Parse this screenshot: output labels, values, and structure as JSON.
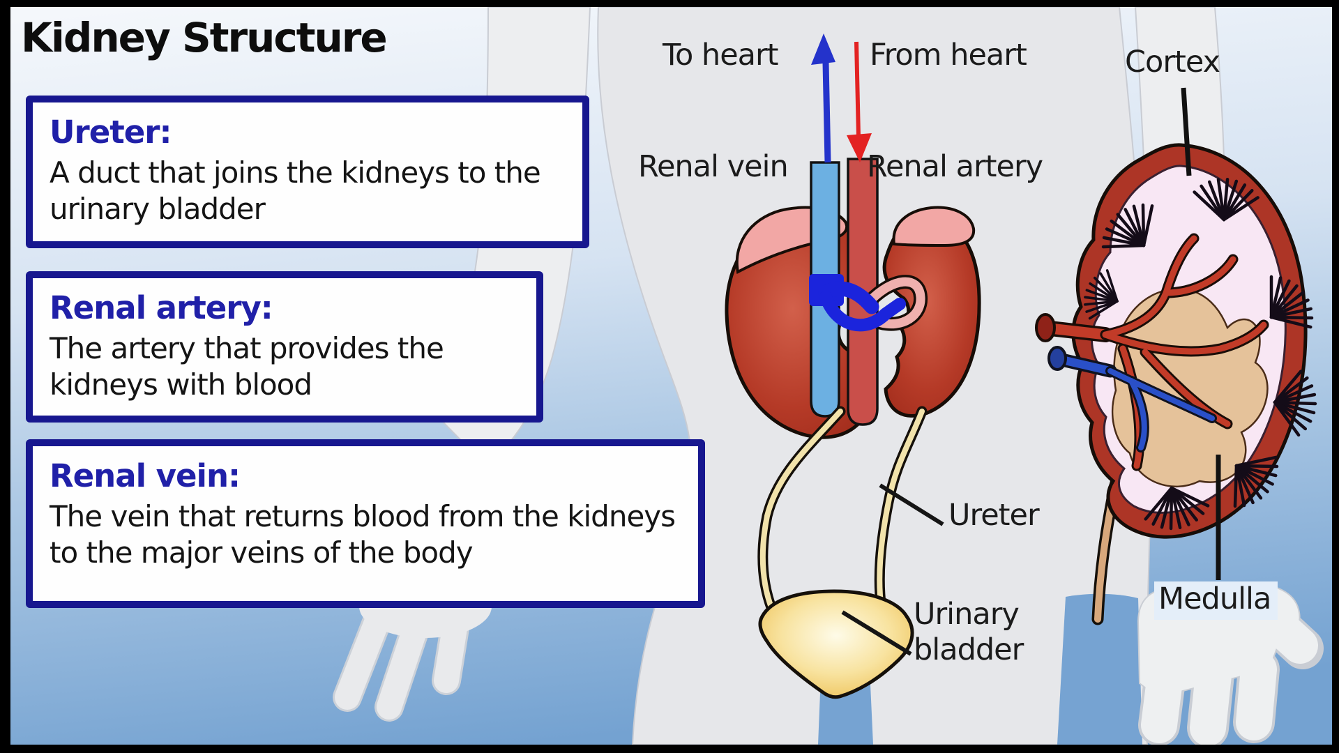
{
  "title": "Kidney Structure",
  "definitions": [
    {
      "term": "Ureter:",
      "description": "A duct that joins the kidneys to the urinary bladder"
    },
    {
      "term": "Renal artery:",
      "description": "The artery that provides the kidneys with blood"
    },
    {
      "term": "Renal vein:",
      "description": "The vein that returns blood from the kidneys to the major veins of the body"
    }
  ],
  "labels": {
    "to_heart": "To heart",
    "from_heart": "From heart",
    "renal_vein": "Renal vein",
    "renal_artery": "Renal artery",
    "ureter": "Ureter",
    "urinary_bladder": "Urinary bladder",
    "cortex": "Cortex",
    "medulla": "Medulla"
  },
  "colors": {
    "box_border_navy": "#17178f",
    "term_heading_blue": "#2020a8",
    "background_blue": "#74a2d1",
    "silhouette_gray": "#e6e7ea",
    "to_heart_arrow_blue": "#2433cb",
    "from_heart_arrow_red": "#e32222",
    "renal_vein_vessel_blue": "#6cb0e2",
    "renal_artery_vessel_red": "#c94f4a",
    "renal_vein_branch_darkblue": "#1b24dc",
    "kidney_red": "#9e2a1a",
    "adrenal_pink": "#f2a7a5",
    "ureter_cream": "#f2e3ab",
    "bladder_gold": "#f6da85",
    "cortex_pink": "#f8e7f4",
    "medulla_tan": "#e5c29a"
  }
}
